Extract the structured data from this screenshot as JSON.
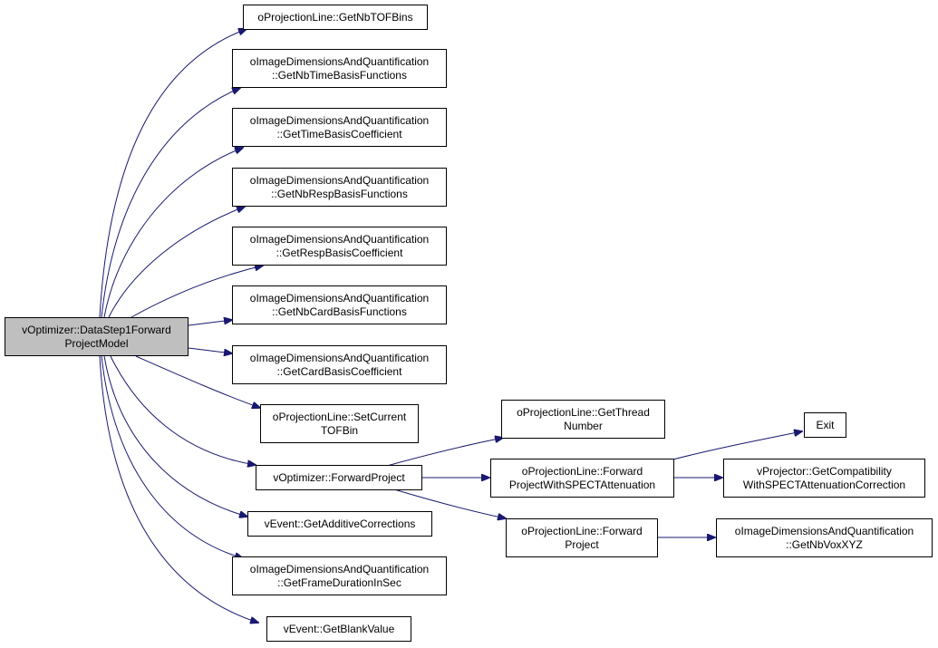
{
  "nodes": {
    "root": [
      "vOptimizer::DataStep1Forward",
      "ProjectModel"
    ],
    "get_nb_tof_bins": [
      "oProjectionLine::GetNbTOFBins"
    ],
    "get_nb_time_basis_functions": [
      "oImageDimensionsAndQuantification",
      "::GetNbTimeBasisFunctions"
    ],
    "get_time_basis_coefficient": [
      "oImageDimensionsAndQuantification",
      "::GetTimeBasisCoefficient"
    ],
    "get_nb_resp_basis_functions": [
      "oImageDimensionsAndQuantification",
      "::GetNbRespBasisFunctions"
    ],
    "get_resp_basis_coefficient": [
      "oImageDimensionsAndQuantification",
      "::GetRespBasisCoefficient"
    ],
    "get_nb_card_basis_functions": [
      "oImageDimensionsAndQuantification",
      "::GetNbCardBasisFunctions"
    ],
    "get_card_basis_coefficient": [
      "oImageDimensionsAndQuantification",
      "::GetCardBasisCoefficient"
    ],
    "set_current_tof_bin": [
      "oProjectionLine::SetCurrent",
      "TOFBin"
    ],
    "forward_project_optimizer": [
      "vOptimizer::ForwardProject"
    ],
    "get_additive_corrections": [
      "vEvent::GetAdditiveCorrections"
    ],
    "get_frame_duration_in_sec": [
      "oImageDimensionsAndQuantification",
      "::GetFrameDurationInSec"
    ],
    "get_blank_value": [
      "vEvent::GetBlankValue"
    ],
    "get_thread_number": [
      "oProjectionLine::GetThread",
      "Number"
    ],
    "forward_project_spect": [
      "oProjectionLine::Forward",
      "ProjectWithSPECTAttenuation"
    ],
    "forward_project_line": [
      "oProjectionLine::Forward",
      "Project"
    ],
    "exit": [
      "Exit"
    ],
    "get_compatibility_spect": [
      "vProjector::GetCompatibility",
      "WithSPECTAttenuationCorrection"
    ],
    "get_nb_vox_xyz": [
      "oImageDimensionsAndQuantification",
      "::GetNbVoxXYZ"
    ]
  },
  "colors": {
    "edge": "#191970",
    "root_fill": "#bfbfbf",
    "node_fill": "#ffffff",
    "border": "#000000"
  }
}
